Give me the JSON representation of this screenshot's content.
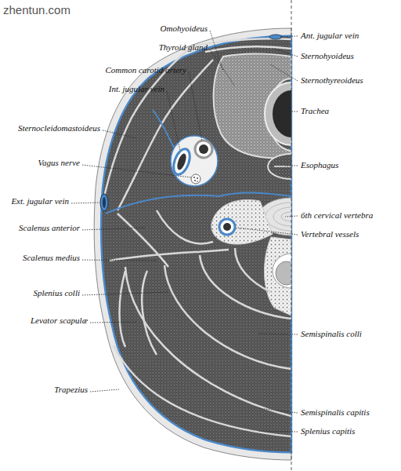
{
  "diagram": {
    "labels": [
      "zhentun.com",
      "Omohyoideus",
      "Thyroid gland",
      "Common carotid artery",
      "Int. jugular vein",
      "Sternocleidomastoideus",
      "Vagus nerve",
      "Ext. jugular vein",
      "Scalenus anterior",
      "Scalenus medius",
      "Splenius colli",
      "Levator scapulæ",
      "Trapezius",
      "Ant. jugular vein",
      "Sternohyoideus",
      "Sternothyreoideus",
      "Trachea",
      "Esophagus",
      "6th cervical vertebra",
      "Vertebral vessels",
      "Semispinalis colli",
      "Semispinalis capitis",
      "Splenius capitis"
    ]
  }
}
